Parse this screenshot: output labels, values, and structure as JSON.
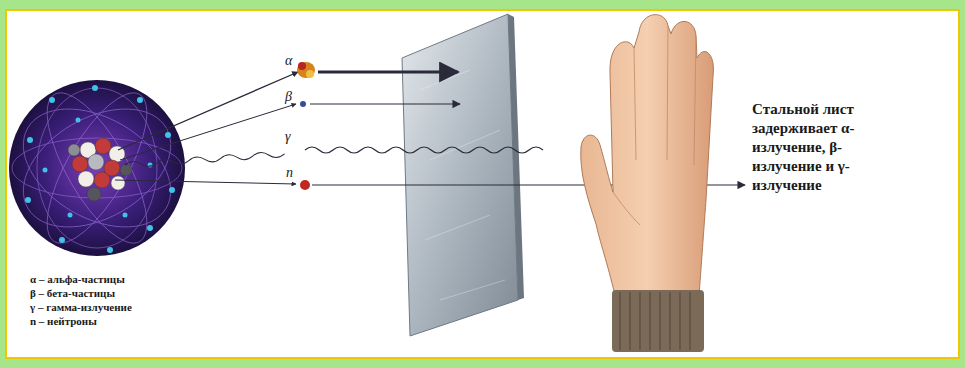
{
  "diagram": {
    "labels": [
      "α",
      "β",
      "γ",
      "n",
      "Стальной лист задерживает α-излучение, β-излучение и γ-излучение",
      "α – альфа-частицы",
      "β – бета-частицы",
      "γ – гамма-излучение",
      "n – нейтроны"
    ]
  }
}
